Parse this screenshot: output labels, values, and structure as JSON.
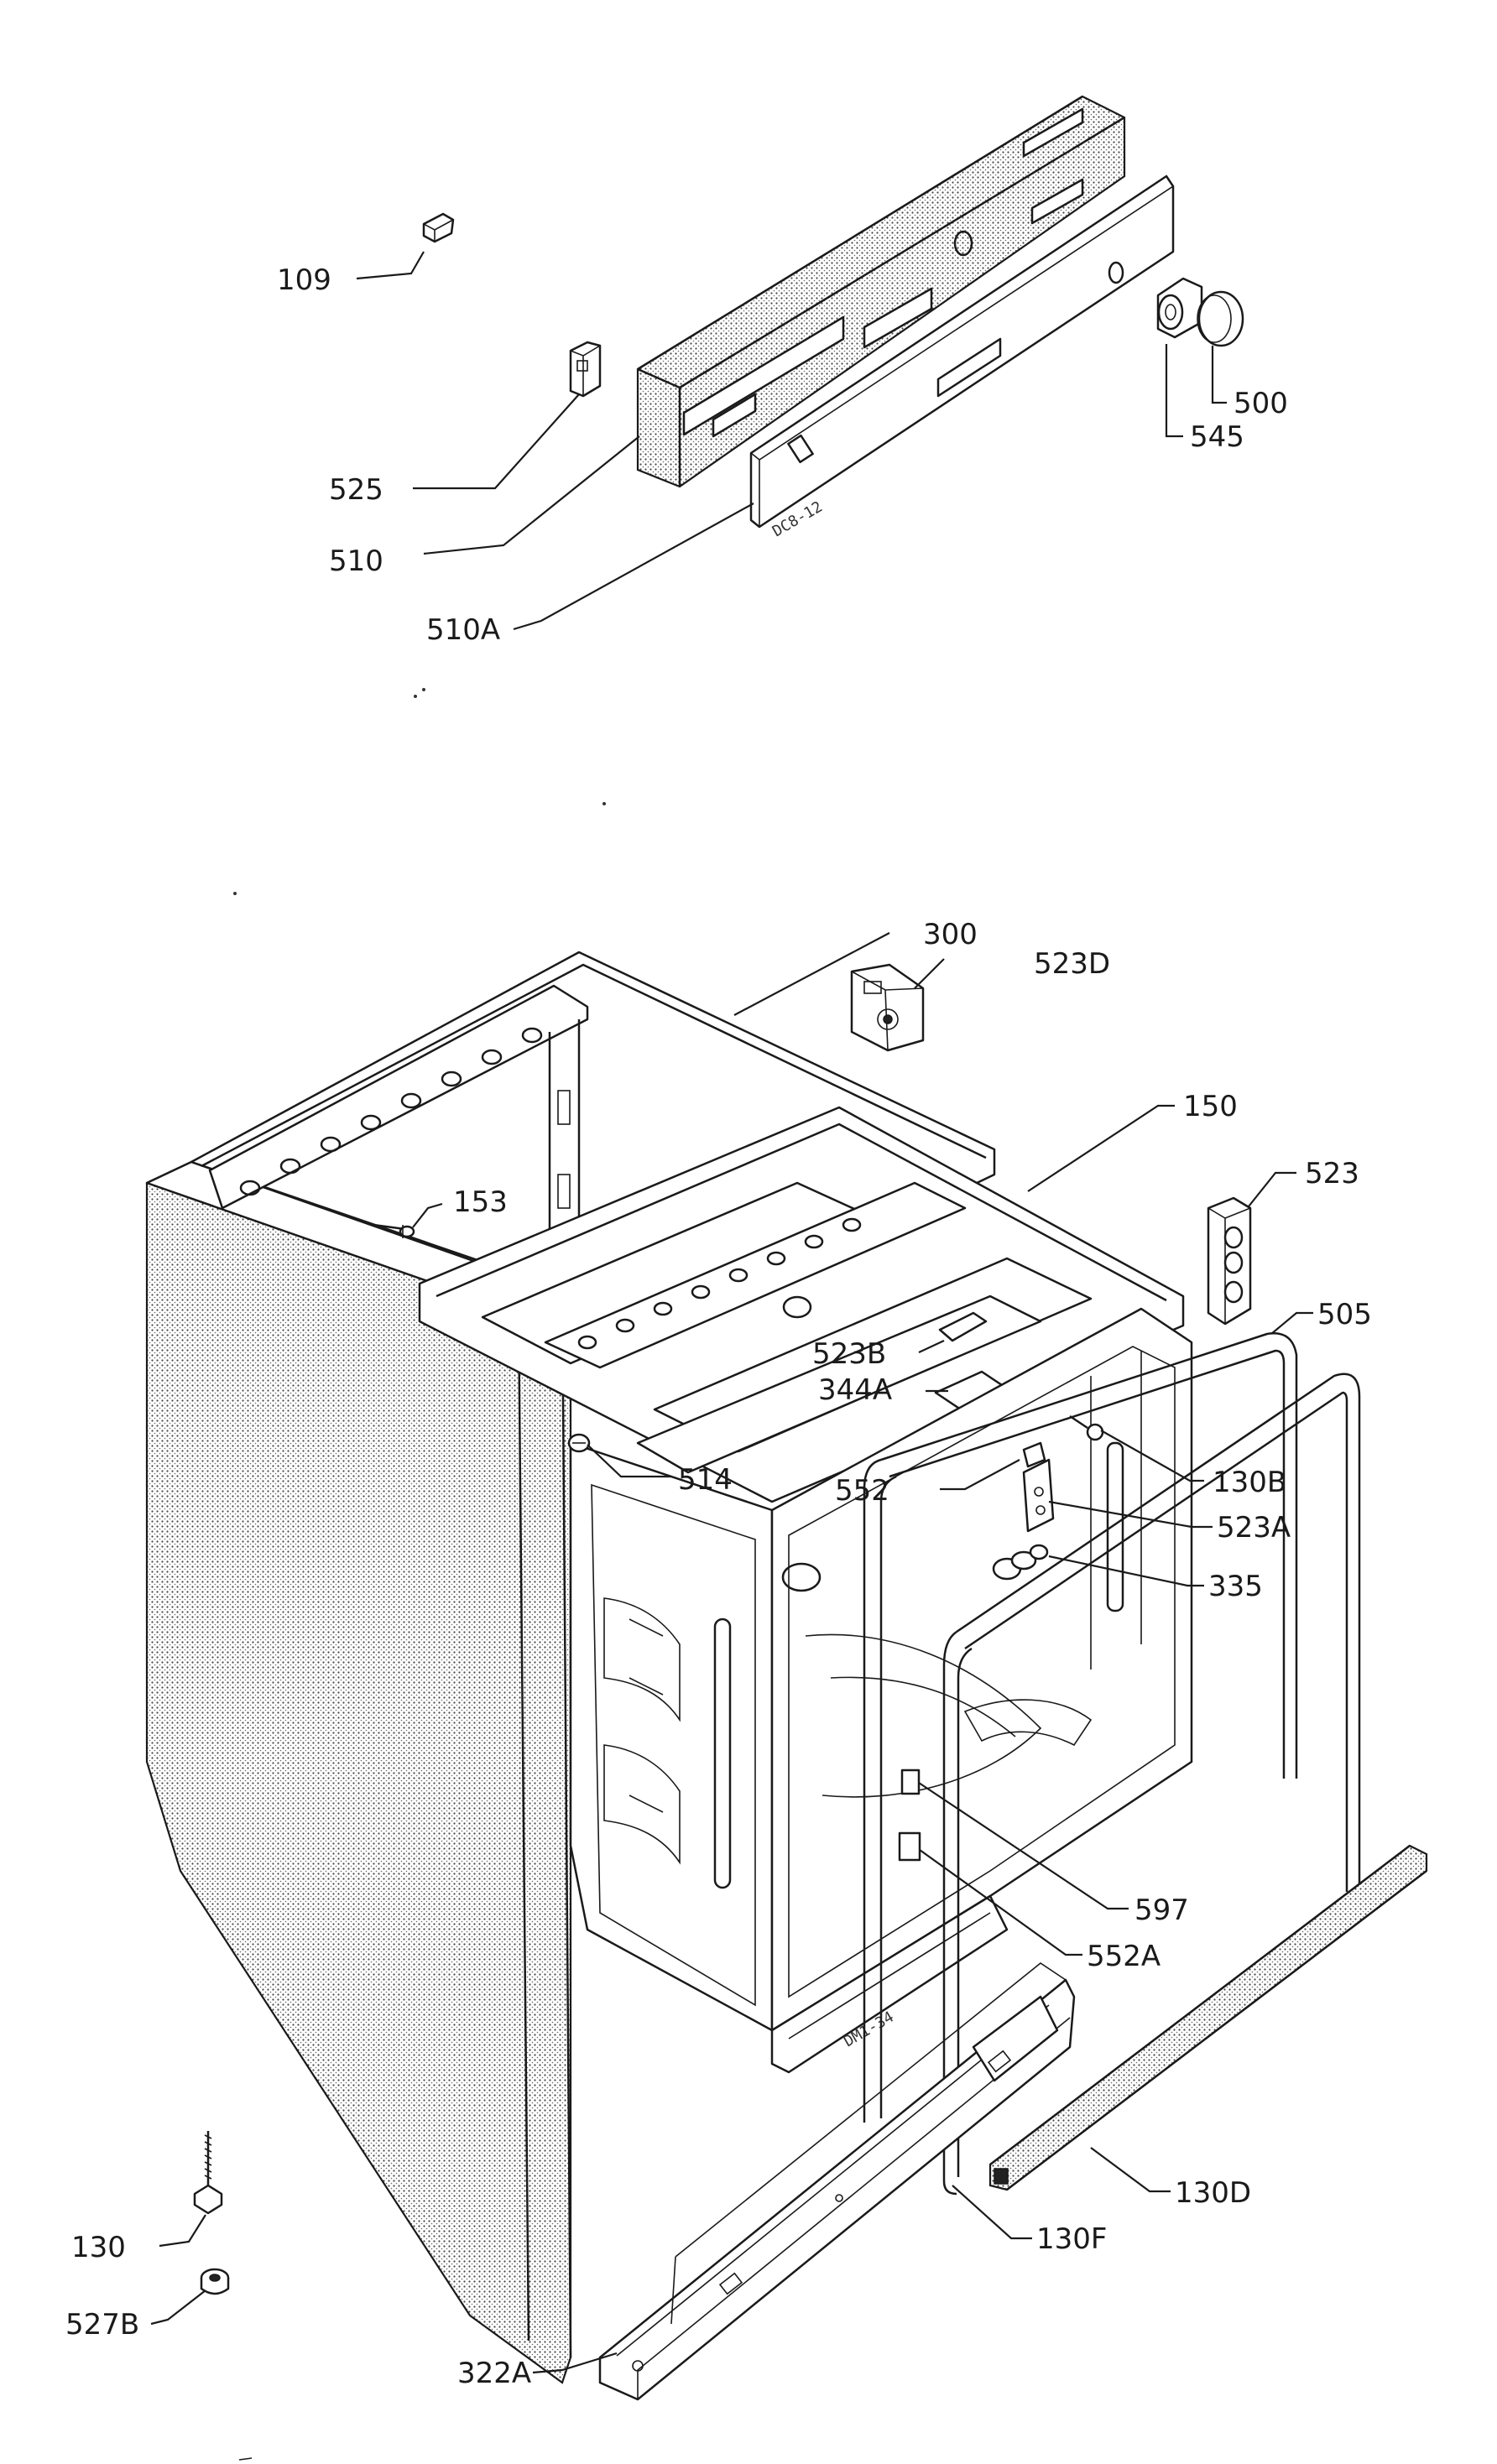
{
  "diagram": {
    "labels": {
      "p109": "109",
      "p525": "525",
      "p510": "510",
      "p510A": "510A",
      "p545": "545",
      "p500": "500",
      "p300": "300",
      "p523D": "523D",
      "p150": "150",
      "p523": "523",
      "p153": "153",
      "p505": "505",
      "p523B": "523B",
      "p344A": "344A",
      "p514": "514",
      "p552": "552",
      "p130B": "130B",
      "p523A": "523A",
      "p335": "335",
      "p597": "597",
      "p552A": "552A",
      "p130D": "130D",
      "p130F": "130F",
      "p130": "130",
      "p527B": "527B",
      "p322A": "322A"
    },
    "stamps": {
      "panel": "DC8-12",
      "rail": "DM1-34"
    }
  }
}
